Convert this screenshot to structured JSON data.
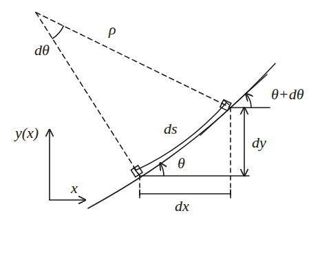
{
  "diagram": {
    "labels": [
      "dθ",
      "ρ",
      "y(x)",
      "x",
      "ds",
      "θ",
      "θ+dθ",
      "dy",
      "dx"
    ]
  }
}
